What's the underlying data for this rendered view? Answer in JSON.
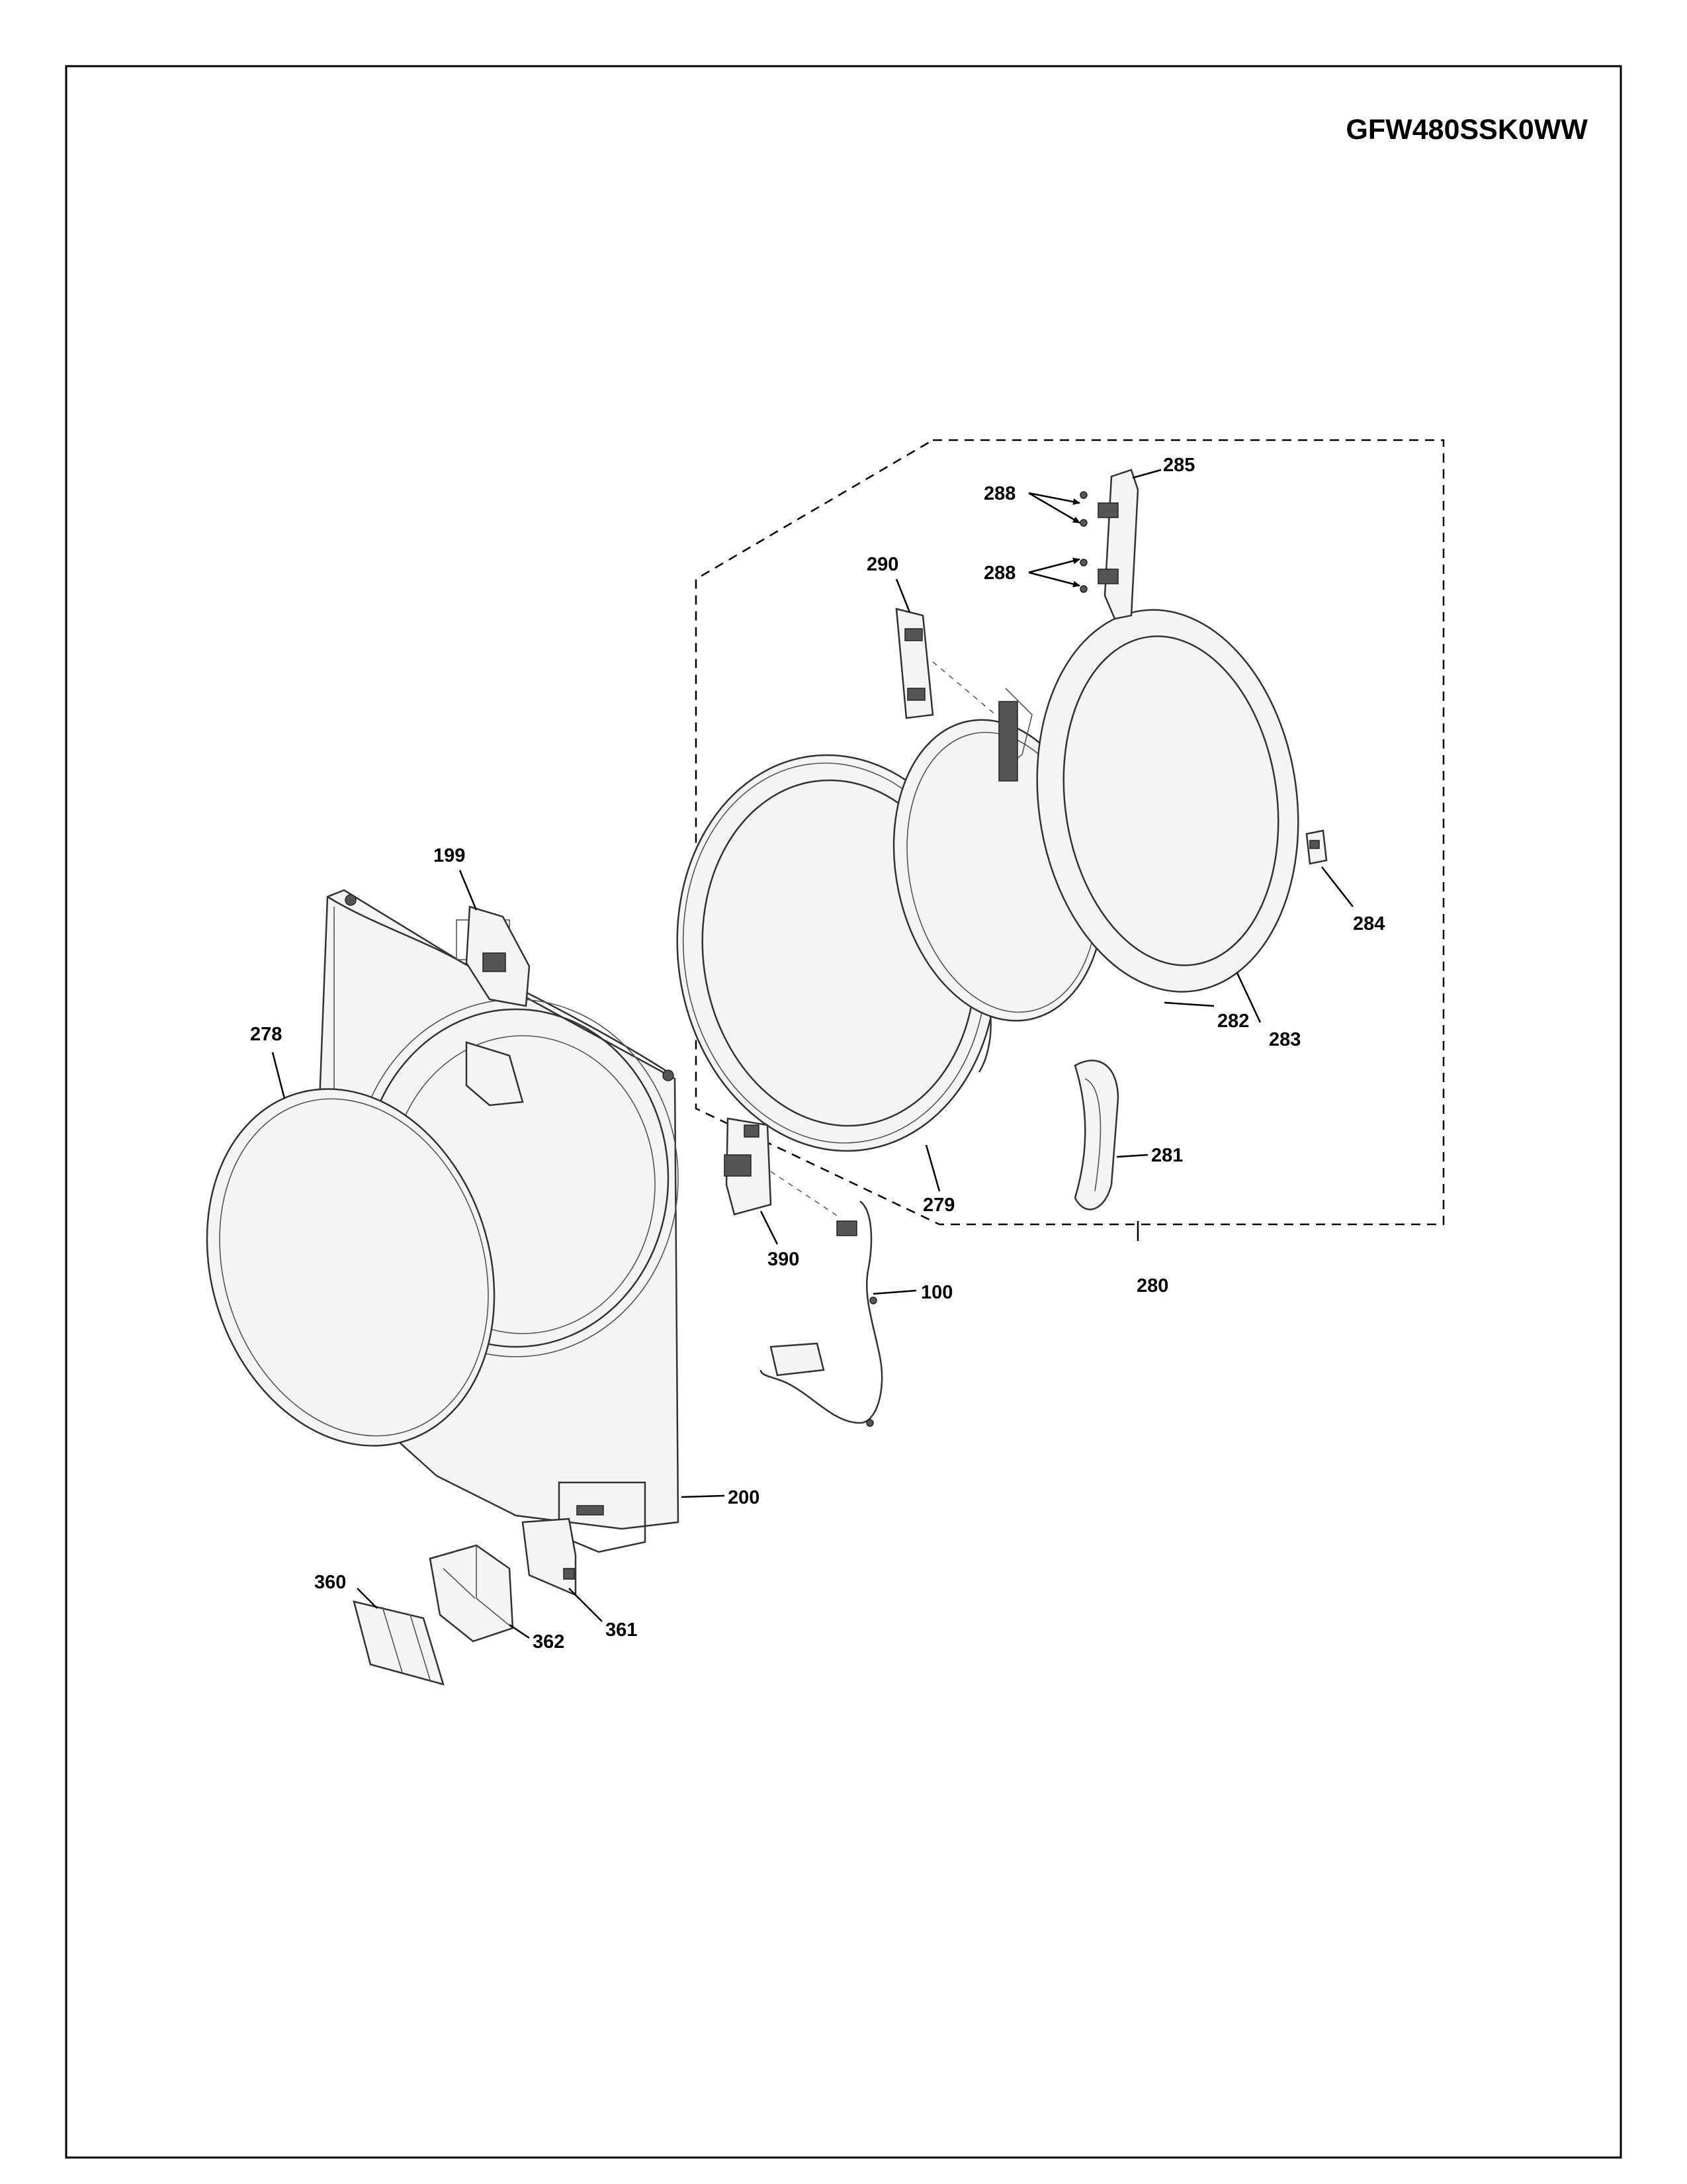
{
  "model": "GFW480SSK0WW",
  "callouts": {
    "p100": "100",
    "p199": "199",
    "p200": "200",
    "p278": "278",
    "p279": "279",
    "p280": "280",
    "p281": "281",
    "p282": "282",
    "p283": "283",
    "p284": "284",
    "p285": "285",
    "p288a": "288",
    "p288b": "288",
    "p290": "290",
    "p360": "360",
    "p361": "361",
    "p362": "362",
    "p390": "390"
  }
}
